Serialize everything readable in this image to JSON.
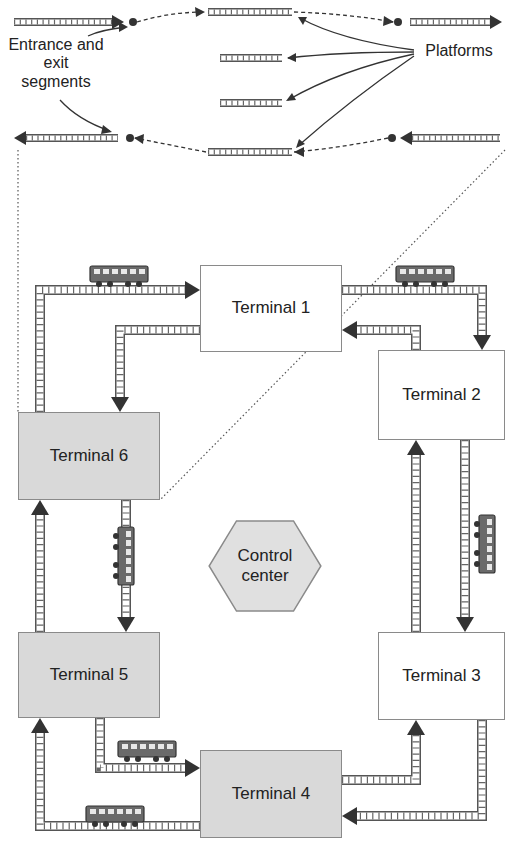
{
  "diagram": {
    "nodes": [
      {
        "text": [
          "Terminal 1"
        ]
      },
      {
        "text": [
          "Terminal 2"
        ]
      },
      {
        "text": [
          "Terminal 3"
        ]
      },
      {
        "text": [
          "Terminal 4"
        ]
      },
      {
        "text": [
          "Terminal 5"
        ]
      },
      {
        "text": [
          "Terminal 6"
        ]
      },
      {
        "text": [
          "Control center"
        ]
      }
    ],
    "edges": [
      {
        "from": 5,
        "to": 0,
        "arrow": "to"
      },
      {
        "from": 0,
        "to": 1,
        "arrow": "to"
      },
      {
        "from": 1,
        "to": 2,
        "arrow": "to"
      },
      {
        "from": 2,
        "to": 3,
        "arrow": "to"
      },
      {
        "from": 3,
        "to": 4,
        "arrow": "to"
      },
      {
        "from": 4,
        "to": 5,
        "arrow": "to"
      },
      {
        "from": 0,
        "to": 5,
        "arrow": "to"
      },
      {
        "from": 5,
        "to": 4,
        "arrow": "to"
      },
      {
        "from": 4,
        "to": 3,
        "arrow": "to"
      },
      {
        "from": 3,
        "to": 2,
        "arrow": "to"
      },
      {
        "from": 2,
        "to": 1,
        "arrow": "to"
      },
      {
        "from": 1,
        "to": 0,
        "arrow": "to"
      }
    ],
    "labels": [
      "Entrance and exit segments",
      "Platforms"
    ]
  }
}
